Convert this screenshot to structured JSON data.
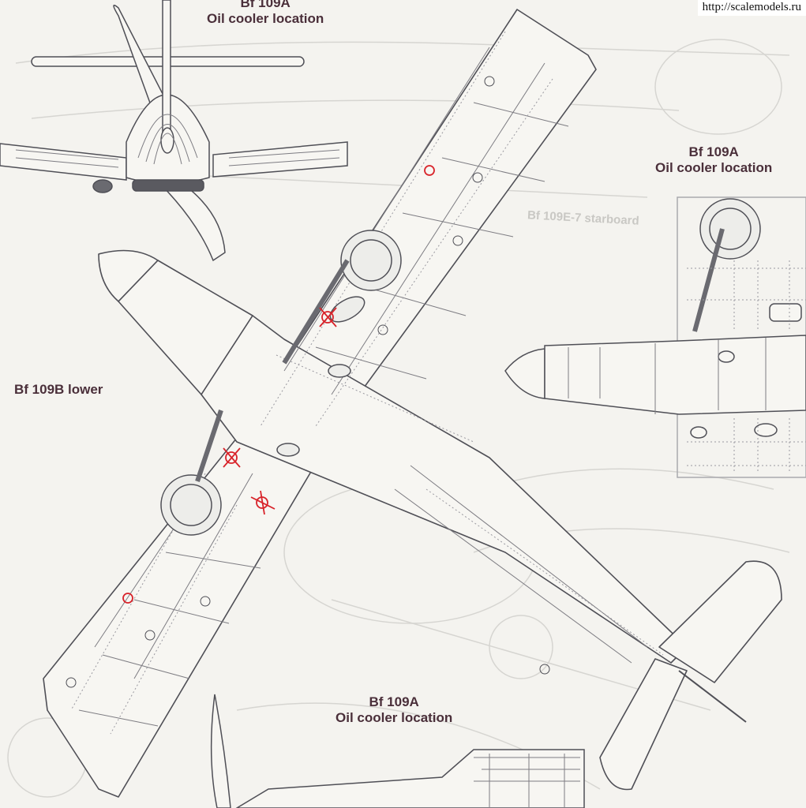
{
  "watermark": "http://scalemodels.ru",
  "labels": {
    "top": {
      "line1": "Bf 109A",
      "line2": "Oil cooler location"
    },
    "right": {
      "line1": "Bf 109A",
      "line2": "Oil cooler location"
    },
    "left": "Bf 109B lower",
    "bottom": {
      "line1": "Bf 109A",
      "line2": "Oil cooler location"
    }
  },
  "ghost_text": "Bf 109E-7 starboard",
  "colors": {
    "ink": "#4f4f56",
    "label": "#4a2f3a",
    "marker": "#d8232a",
    "paper": "#f4f3ef",
    "ghost": "#d2d1cd"
  }
}
